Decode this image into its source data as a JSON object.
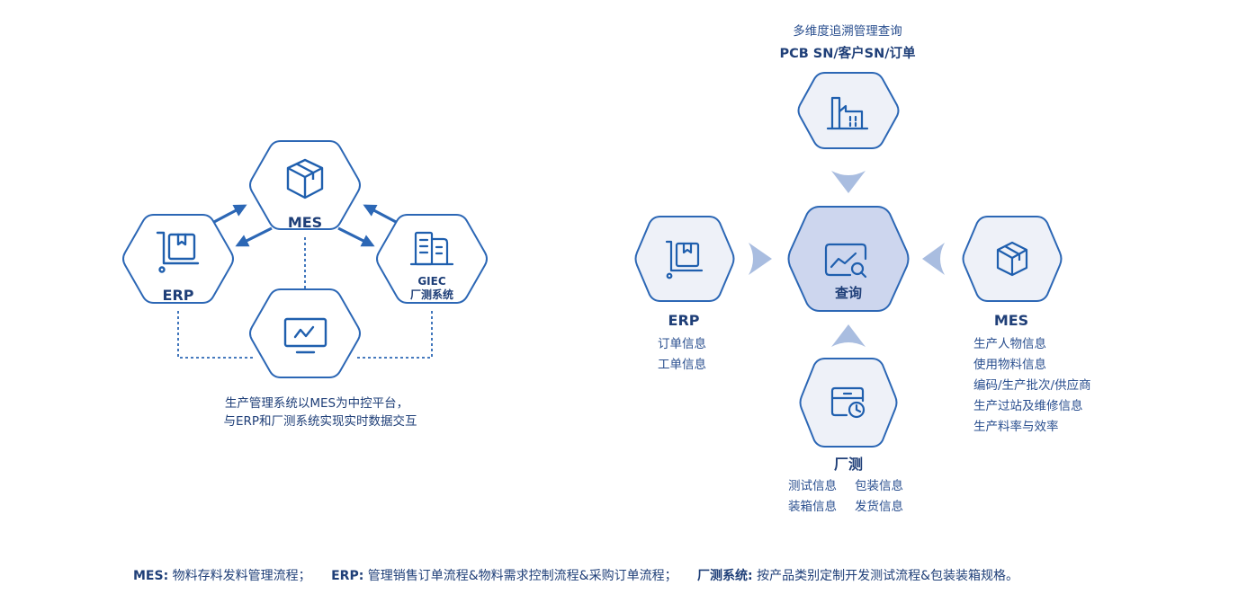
{
  "left_diagram": {
    "mes_label": "MES",
    "erp_label": "ERP",
    "giec_label_line1": "GIEC",
    "giec_label_line2": "厂测系统",
    "caption_line1": "生产管理系统以MES为中控平台，",
    "caption_line2": "与ERP和厂测系统实现实时数据交互"
  },
  "right_diagram": {
    "top_caption_line1": "多维度追溯管理查询",
    "top_caption_line2": "PCB SN/客户SN/订单",
    "center_label": "查询",
    "erp": {
      "title": "ERP",
      "items": [
        "订单信息",
        "工单信息"
      ]
    },
    "mes": {
      "title": "MES",
      "items": [
        "生产人物信息",
        "使用物料信息",
        "编码/生产批次/供应商",
        "生产过站及维修信息",
        "生产料率与效率"
      ]
    },
    "factory": {
      "title": "厂测",
      "row1": [
        "测试信息",
        "包装信息"
      ],
      "row2": [
        "装箱信息",
        "发货信息"
      ]
    }
  },
  "footer": {
    "mes_key": "MES:",
    "mes_text": "物料存料发料管理流程；",
    "erp_key": "ERP:",
    "erp_text": "管理销售订单流程&物料需求控制流程&采购订单流程；",
    "factory_key": "厂测系统:",
    "factory_text": "按产品类别定制开发测试流程&包装装箱规格。"
  },
  "icons": [
    "box-icon",
    "cart-icon",
    "buildings-icon",
    "monitor-icon",
    "factory-icon",
    "analytics-search-icon",
    "cabinet-clock-icon"
  ],
  "colors": {
    "primary": "#1f5fae",
    "outline": "#2c67b5",
    "hex_fill": "#eef1f8",
    "center_fill": "#cdd6ee",
    "arrow_light": "#a9bde0",
    "text": "#1f3f78"
  }
}
